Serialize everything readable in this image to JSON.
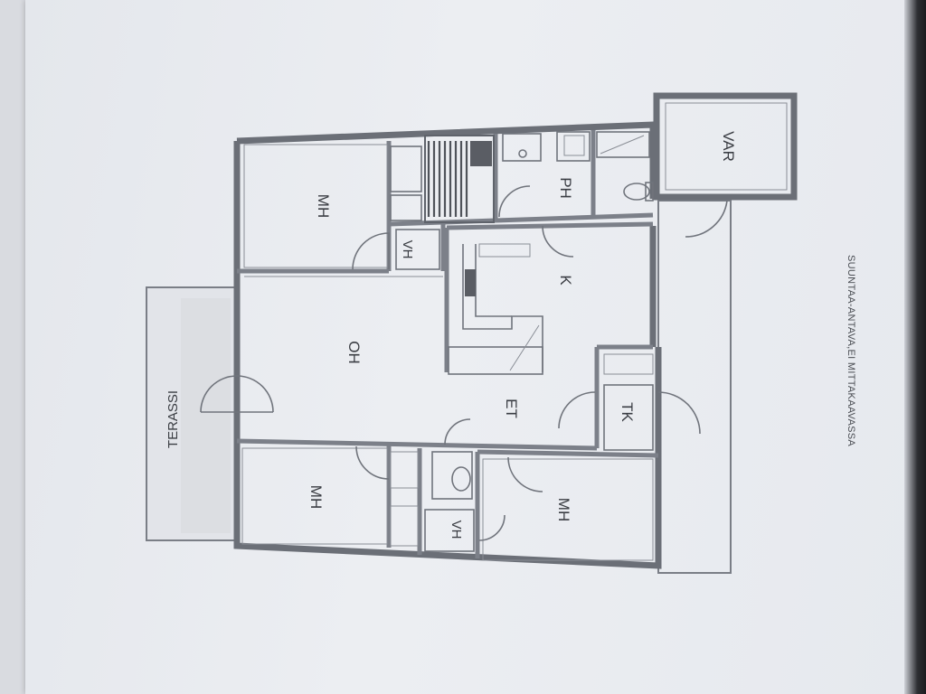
{
  "rooms": {
    "mh_top": "MH",
    "oh": "OH",
    "k": "K",
    "ph": "PH",
    "vh_top": "VH",
    "var": "VAR",
    "terassi": "TERASSI",
    "et": "ET",
    "tk": "TK",
    "mh_bottom_left": "MH",
    "vh_bottom": "VH",
    "mh_bottom_right": "MH"
  },
  "note": "SUUNTAA-ANTAVA,EI MITTAKAAVASSA",
  "colors": {
    "paper": "#eceef2",
    "walls": "#6b6f77",
    "text": "#3a3d43"
  }
}
